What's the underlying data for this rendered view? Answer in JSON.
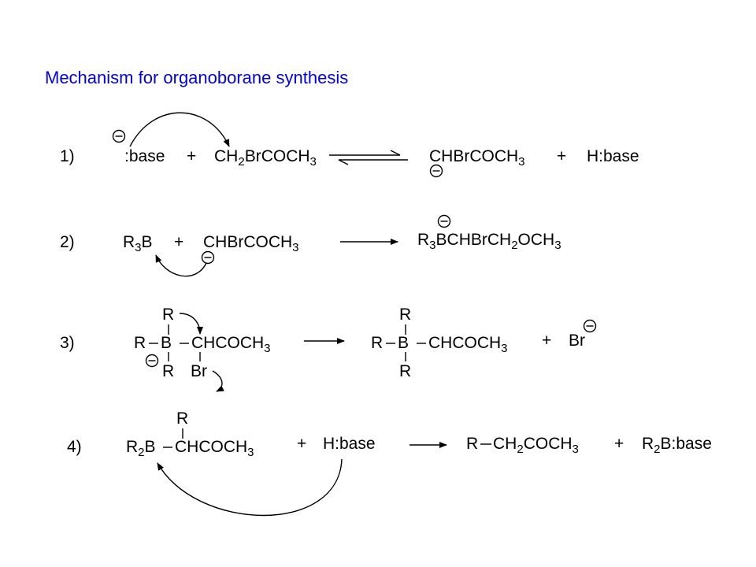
{
  "title": "Mechanism for organoborane synthesis",
  "colors": {
    "title": "#0000ee",
    "ink": "#000000"
  },
  "steps": {
    "s1": {
      "num": "1)",
      "base": ":base",
      "plus1": "+",
      "sub_a": "CH",
      "sub_a_n": "2",
      "sub_b": "BrCOCH",
      "sub_b_n": "3",
      "prod_a": "CHBrCOCH",
      "prod_a_n": "3",
      "plus2": "+",
      "prod_b": "H:base"
    },
    "s2": {
      "num": "2)",
      "r3b": "R",
      "r3b_n": "3",
      "r3b_b": "B",
      "plus1": "+",
      "carb": "CHBrCOCH",
      "carb_n": "3",
      "prod_a": "R",
      "prod_a_n1": "3",
      "prod_b": "BCHBrCH",
      "prod_b_n2": "2",
      "prod_c": "OCH",
      "prod_c_n3": "3"
    },
    "s3": {
      "num": "3)",
      "r_top": "R",
      "r_left": "R",
      "b": "B",
      "chain": "CHCOCH",
      "chain_n": "3",
      "r_bot": "R",
      "br": "Br",
      "p_r_top": "R",
      "p_r_left": "R",
      "p_b": "B",
      "p_chain": "CHCOCH",
      "p_chain_n": "3",
      "p_r_bot": "R",
      "plus": "+",
      "br_ion": "Br"
    },
    "s4": {
      "num": "4)",
      "r_top": "R",
      "r2": "R",
      "r2_n": "2",
      "r2_b": "B",
      "chain": "CHCOCH",
      "chain_n": "3",
      "plus1": "+",
      "hbase": "H:base",
      "p_r": "R",
      "p_chain": "CH",
      "p_chain_n": "2",
      "p_chain_b": "COCH",
      "p_chain_n2": "3",
      "plus2": "+",
      "p2": "R",
      "p2_n": "2",
      "p2_b": "B:base"
    }
  }
}
